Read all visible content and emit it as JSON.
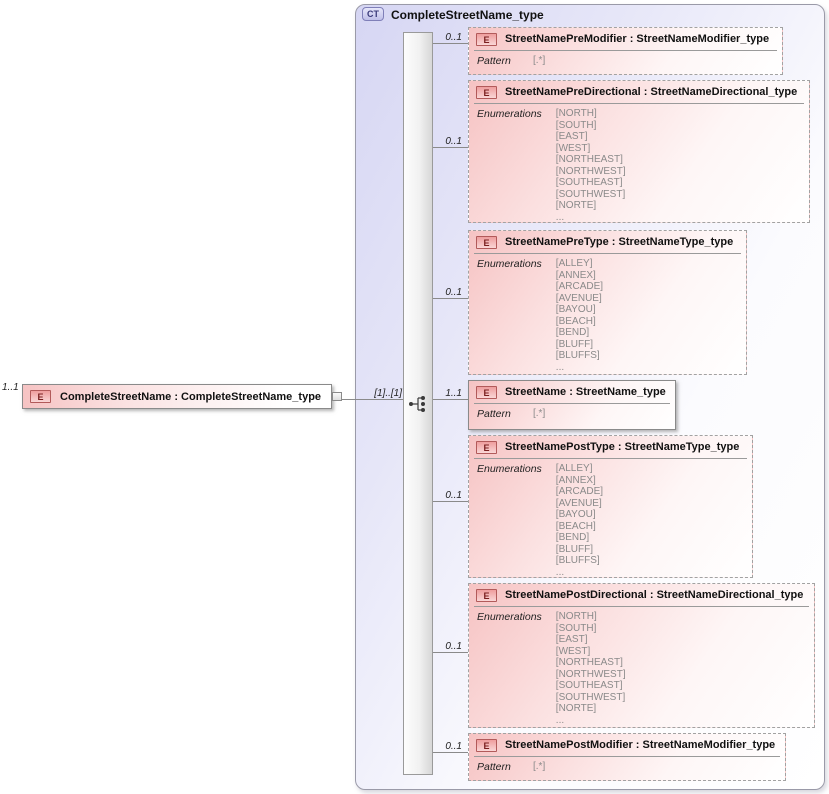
{
  "diagram": {
    "root_element": {
      "cardinality": "1..1",
      "badge": "E",
      "label": "CompleteStreetName : CompleteStreetName_type"
    },
    "container": {
      "badge": "CT",
      "title": "CompleteStreetName_type",
      "sequence_cardinality": "[1]..[1]"
    },
    "children": [
      {
        "cardinality": "0..1",
        "badge": "E",
        "label": "StreetNamePreModifier : StreetNameModifier_type",
        "facet_label": "Pattern",
        "facet_values": [
          "[.*]"
        ]
      },
      {
        "cardinality": "0..1",
        "badge": "E",
        "label": "StreetNamePreDirectional : StreetNameDirectional_type",
        "facet_label": "Enumerations",
        "facet_values": [
          "[NORTH]",
          "[SOUTH]",
          "[EAST]",
          "[WEST]",
          "[NORTHEAST]",
          "[NORTHWEST]",
          "[SOUTHEAST]",
          "[SOUTHWEST]",
          "[NORTE]",
          "..."
        ]
      },
      {
        "cardinality": "0..1",
        "badge": "E",
        "label": "StreetNamePreType : StreetNameType_type",
        "facet_label": "Enumerations",
        "facet_values": [
          "[ALLEY]",
          "[ANNEX]",
          "[ARCADE]",
          "[AVENUE]",
          "[BAYOU]",
          "[BEACH]",
          "[BEND]",
          "[BLUFF]",
          "[BLUFFS]",
          "..."
        ]
      },
      {
        "cardinality": "1..1",
        "badge": "E",
        "label": "StreetName : StreetName_type",
        "facet_label": "Pattern",
        "facet_values": [
          "[.*]"
        ]
      },
      {
        "cardinality": "0..1",
        "badge": "E",
        "label": "StreetNamePostType : StreetNameType_type",
        "facet_label": "Enumerations",
        "facet_values": [
          "[ALLEY]",
          "[ANNEX]",
          "[ARCADE]",
          "[AVENUE]",
          "[BAYOU]",
          "[BEACH]",
          "[BEND]",
          "[BLUFF]",
          "[BLUFFS]",
          "..."
        ]
      },
      {
        "cardinality": "0..1",
        "badge": "E",
        "label": "StreetNamePostDirectional : StreetNameDirectional_type",
        "facet_label": "Enumerations",
        "facet_values": [
          "[NORTH]",
          "[SOUTH]",
          "[EAST]",
          "[WEST]",
          "[NORTHEAST]",
          "[NORTHWEST]",
          "[SOUTHEAST]",
          "[SOUTHWEST]",
          "[NORTE]",
          "..."
        ]
      },
      {
        "cardinality": "0..1",
        "badge": "E",
        "label": "StreetNamePostModifier : StreetNameModifier_type",
        "facet_label": "Pattern",
        "facet_values": [
          "[.*]"
        ]
      }
    ],
    "colors": {
      "container_fill": "#d6d6f3",
      "element_fill": "#f6c3c3",
      "element_badge_border": "#b25a5a",
      "type_badge_border": "#7f7fb8",
      "connector": "#8a8a8a"
    }
  }
}
